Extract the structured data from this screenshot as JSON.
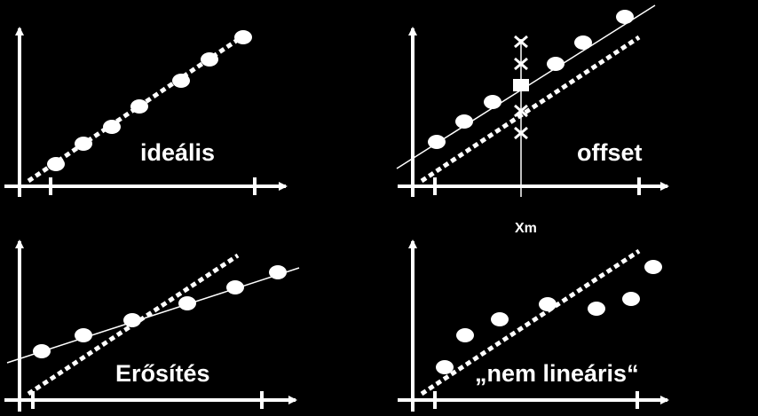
{
  "colors": {
    "background": "#000000",
    "foreground": "#ffffff"
  },
  "panels": [
    {
      "id": "ideal",
      "label": "ideális"
    },
    {
      "id": "offset",
      "label": "offset",
      "marker_label": "Xm"
    },
    {
      "id": "gain",
      "label": "Erősítés"
    },
    {
      "id": "nonlinear",
      "label": "„nem lineáris“"
    }
  ]
}
